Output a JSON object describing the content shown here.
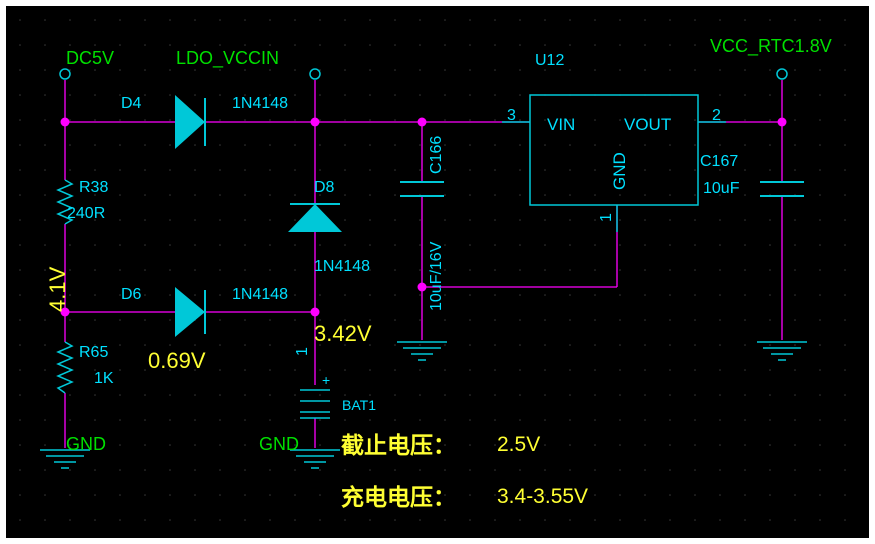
{
  "colors": {
    "background": "#000000",
    "frame": "#ffffff",
    "wire": "#ff00ff",
    "symbol": "#00c8d8",
    "ref_label": "#00e0ff",
    "net_label": "#00e000",
    "annotation": "#ffff33",
    "grid_dot": "#3a3a3a"
  },
  "nets": {
    "dc5v": "DC5V",
    "ldo_vccin": "LDO_VCCIN",
    "vcc_rtc": "VCC_RTC1.8V",
    "gnd_left": "GND",
    "gnd_mid": "GND"
  },
  "components": {
    "d4": {
      "ref": "D4",
      "value": "1N4148"
    },
    "d6": {
      "ref": "D6",
      "value": "1N4148"
    },
    "d8": {
      "ref": "D8",
      "value": "1N4148"
    },
    "r38": {
      "ref": "R38",
      "value": "240R"
    },
    "r65": {
      "ref": "R65",
      "value": "1K"
    },
    "c166": {
      "ref": "C166",
      "value": "10uF/16V"
    },
    "c167": {
      "ref": "C167",
      "value": "10uF"
    },
    "bat1": {
      "ref": "BAT1",
      "plus": "+",
      "pin": "1"
    },
    "u12": {
      "ref": "U12",
      "vin": "VIN",
      "vout": "VOUT",
      "gnd": "GND",
      "pin_vin": "3",
      "pin_vout": "2",
      "pin_gnd": "1"
    }
  },
  "annotations": {
    "v_mid": "4.1V",
    "v_diode": "0.69V",
    "v_bat": "3.42V",
    "cutoff_label": "截止电压：",
    "cutoff_value": "2.5V",
    "charge_label": "充电电压：",
    "charge_value": "3.4-3.55V"
  }
}
